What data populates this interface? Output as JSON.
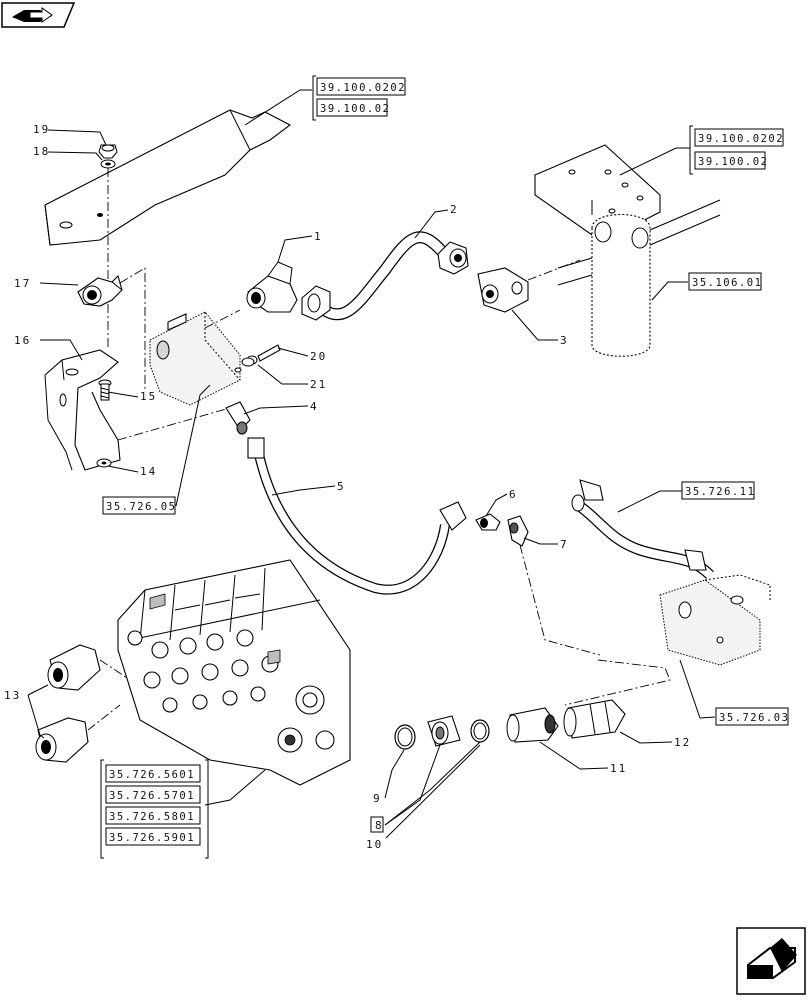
{
  "diagram": {
    "part_labels": [
      "1",
      "2",
      "3",
      "4",
      "5",
      "6",
      "7",
      "8",
      "9",
      "10",
      "11",
      "12",
      "13",
      "14",
      "15",
      "16",
      "17",
      "18",
      "19",
      "20",
      "21"
    ],
    "references": {
      "top_left_ref_a": "39.100.0202",
      "top_left_ref_b": "39.100.02",
      "top_right_ref_a": "39.100.0202",
      "top_right_ref_b": "39.100.02",
      "filter_ref": "35.106.01",
      "bracket_ref": "35.726.05",
      "pipe_ref": "35.726.11",
      "block_ref": "35.726.03",
      "valve_ref_1": "35.726.5601",
      "valve_ref_2": "35.726.5701",
      "valve_ref_3": "35.726.5801",
      "valve_ref_4": "35.726.5901"
    }
  },
  "icons": {
    "top_left": "book-arrow-icon",
    "bottom_right": "next-page-arrow-icon"
  }
}
